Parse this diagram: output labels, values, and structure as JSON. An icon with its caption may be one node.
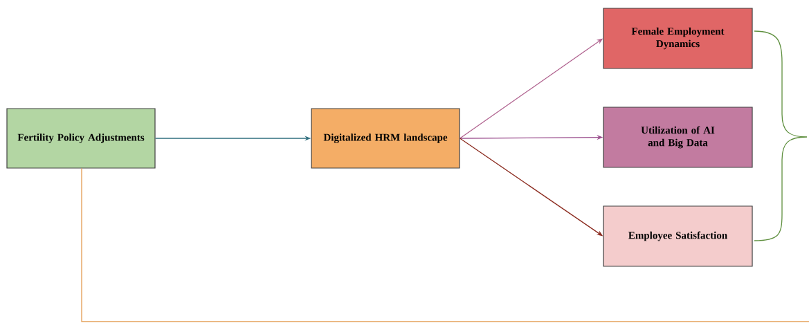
{
  "diagram": {
    "nodes": [
      {
        "text": [
          "Fertility Policy Adjustments"
        ]
      },
      {
        "text": [
          "Digitalized HRM landscape"
        ]
      },
      {
        "text": [
          "Female Employment Dynamics"
        ]
      },
      {
        "text": [
          "Utilization of AI and Big Data"
        ]
      },
      {
        "text": [
          "Employee Satisfaction"
        ]
      }
    ],
    "edges": [
      {
        "from": 0,
        "to": 1,
        "arrow": "to",
        "color": "#2f6e7e"
      },
      {
        "from": 1,
        "to": 2,
        "arrow": "to",
        "color": "#b0628f"
      },
      {
        "from": 1,
        "to": 3,
        "arrow": "to",
        "color": "#9b4f8e"
      },
      {
        "from": 1,
        "to": 4,
        "arrow": "to",
        "color": "#8b2a1e"
      },
      {
        "from": 0,
        "to": null,
        "arrow": "none",
        "color": "#e39a4f"
      }
    ]
  }
}
